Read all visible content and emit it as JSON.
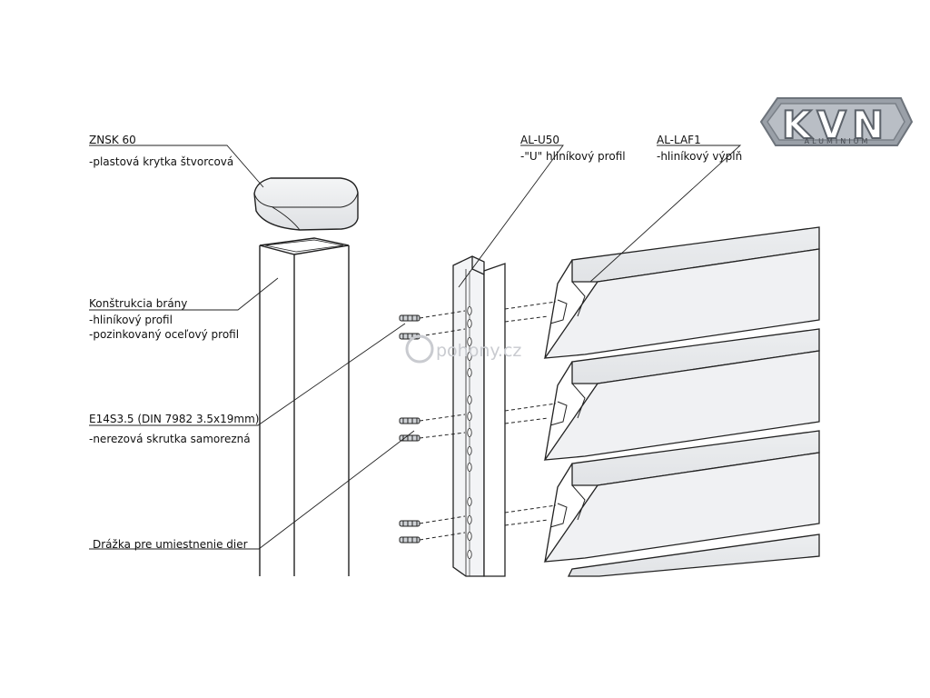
{
  "logo": {
    "brand": "KVN",
    "sub": "ALUMINIUM"
  },
  "watermark": "pohony.cz",
  "labels": {
    "cap_code": "ZNSK 60",
    "cap_desc": "-plastová krytka štvorcová",
    "post_title": "Konštrukcia brány",
    "post_desc1": "-hliníkový profil",
    "post_desc2": "-pozinkovaný oceľový profil",
    "screw_code": "E14S3.5 (DIN 7982 3.5x19mm)",
    "screw_desc": "-nerezová skrutka samorezná",
    "groove": "Drážka pre umiestnenie dier",
    "u_code": "AL-U50",
    "u_desc": "-\"U\" hliníkový profil",
    "laf_code": "AL-LAF1",
    "laf_desc": "-hliníkový výplň"
  }
}
